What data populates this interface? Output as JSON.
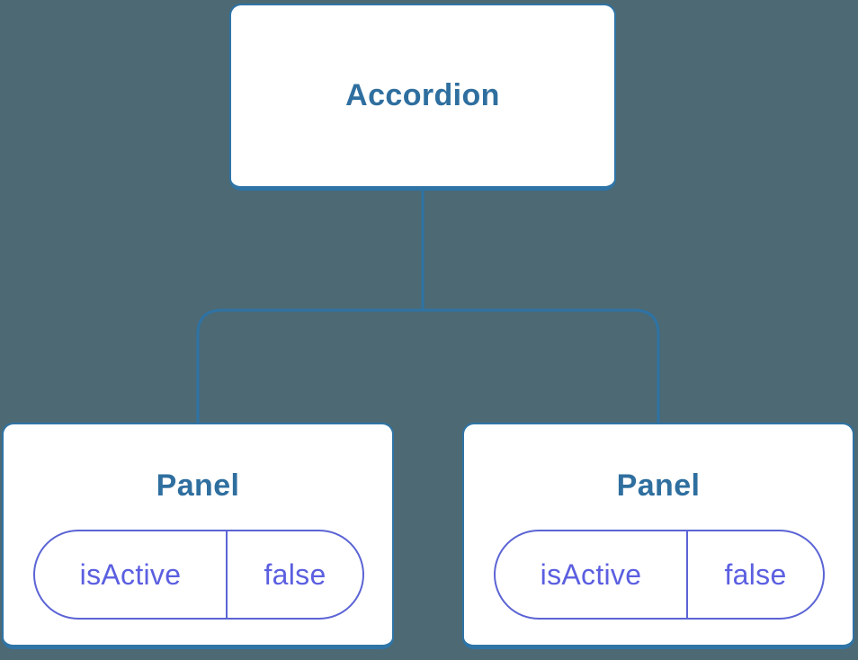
{
  "diagram": {
    "type": "component-tree",
    "root_node": {
      "label": "Accordion"
    },
    "child_nodes": [
      {
        "label": "Panel",
        "state": {
          "name": "isActive",
          "value": "false"
        }
      },
      {
        "label": "Panel",
        "state": {
          "name": "isActive",
          "value": "false"
        }
      }
    ],
    "colors": {
      "background": "#4c6974",
      "node_fill": "#ffffff",
      "node_border": "#2f74a6",
      "node_label": "#2f6f9f",
      "connector_line": "#2e73a4",
      "state_pill_border": "#5b64d4",
      "state_pill_text": "#5b5fe0"
    }
  }
}
